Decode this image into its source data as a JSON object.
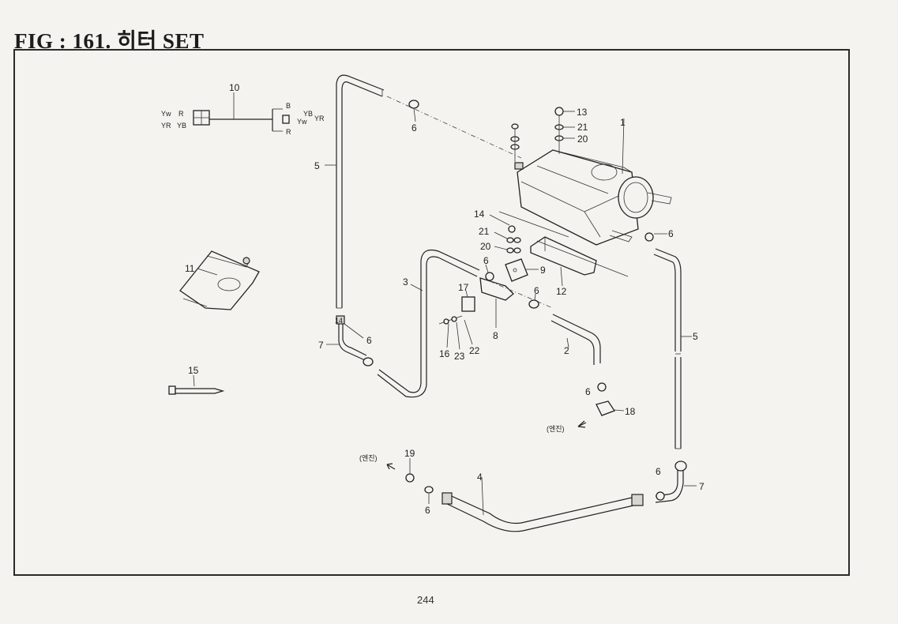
{
  "title": "FIG : 161. 히터 SET",
  "page_number": "244",
  "wire_labels": {
    "yw": "Yw",
    "r": "R",
    "yr": "YR",
    "yb": "YB",
    "b_right": "B",
    "yb_right": "YB",
    "yw_right": "Yw",
    "yr_right": "YR",
    "r_right": "R"
  },
  "notes": {
    "engine1": "(엔진)",
    "engine2": "(엔진)"
  },
  "callouts": [
    "1",
    "2",
    "3",
    "4",
    "5",
    "5",
    "6",
    "6",
    "6",
    "6",
    "6",
    "6",
    "6",
    "7",
    "7",
    "8",
    "9",
    "10",
    "11",
    "12",
    "13",
    "14",
    "14",
    "15",
    "16",
    "17",
    "18",
    "19",
    "20",
    "20",
    "21",
    "21",
    "22",
    "23"
  ]
}
